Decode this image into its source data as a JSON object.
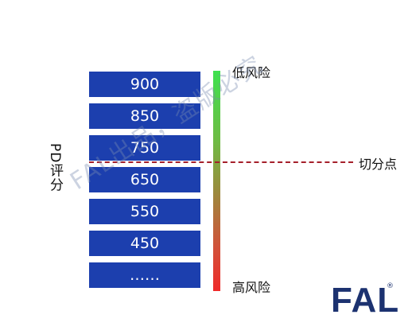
{
  "axis_label": "PD评分",
  "score_boxes": [
    "900",
    "850",
    "750",
    "650",
    "550",
    "450",
    "……"
  ],
  "risk_scale": {
    "top_label": "低风险",
    "bottom_label": "高风险",
    "top_color": "#3ee14f",
    "bottom_color": "#ef2a2a"
  },
  "cutoff": {
    "label": "切分点",
    "color": "#a5202b"
  },
  "watermark": "FAL出品，盗版必究",
  "logo": {
    "text": "FAL",
    "mark": "®",
    "color": "#1c3270"
  },
  "box_color": "#1c3fae"
}
